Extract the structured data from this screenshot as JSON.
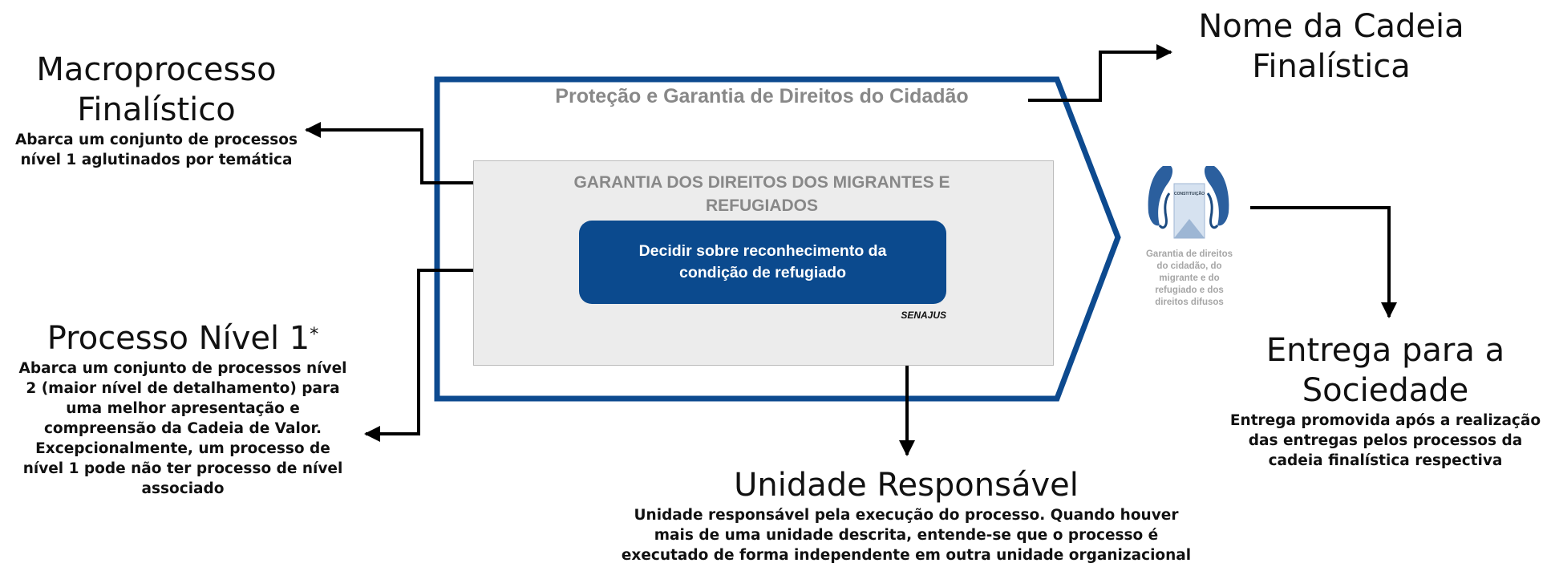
{
  "callouts": {
    "macro": {
      "title_line1": "Macroprocesso",
      "title_line2": "Finalístico",
      "desc_line1": "Abarca um conjunto de processos",
      "desc_line2": "nível 1  aglutinados por temática"
    },
    "processo": {
      "title": "Processo Nível 1",
      "title_sup": "*",
      "desc_lines": [
        "Abarca um conjunto de processos nível",
        "2 (maior nível de detalhamento) para",
        "uma melhor apresentação e",
        "compreensão da Cadeia de Valor.",
        "Excepcionalmente, um processo de",
        "nível 1 pode não ter processo de nível",
        "associado"
      ]
    },
    "cadeia": {
      "title_line1": "Nome da Cadeia",
      "title_line2": "Finalística"
    },
    "entrega": {
      "title_line1": "Entrega para a",
      "title_line2": "Sociedade",
      "desc_lines": [
        "Entrega promovida após a realização",
        "das entregas pelos processos da",
        "cadeia finalística respectiva"
      ]
    },
    "unidade": {
      "title": "Unidade Responsável",
      "desc_lines": [
        "Unidade responsável pela execução do processo. Quando houver",
        "mais de uma unidade descrita, entende-se que o processo é",
        "executado de forma independente em outra unidade organizacional"
      ]
    }
  },
  "diagram": {
    "chain_title": "Proteção e Garantia de Direitos do Cidadão",
    "macro_title_line1": "GARANTIA DOS DIREITOS DOS MIGRANTES E",
    "macro_title_line2": "REFUGIADOS",
    "process_line1": "Decidir sobre reconhecimento da",
    "process_line2": "condição de refugiado",
    "unit": "SENAJUS",
    "delivery_icon": "hands-holding-constitution-icon",
    "delivery_icon_label": "CONSTITUIÇÃO",
    "delivery_lines": [
      "Garantia de direitos",
      "do cidadão, do",
      "migrante e do",
      "refugiado e dos",
      "direitos difusos"
    ]
  },
  "colors": {
    "chain_border": "#0d4a8f",
    "process_fill": "#0b4a8e",
    "macro_fill": "#ececec",
    "grey_text": "#888888",
    "arrow": "#000000"
  }
}
